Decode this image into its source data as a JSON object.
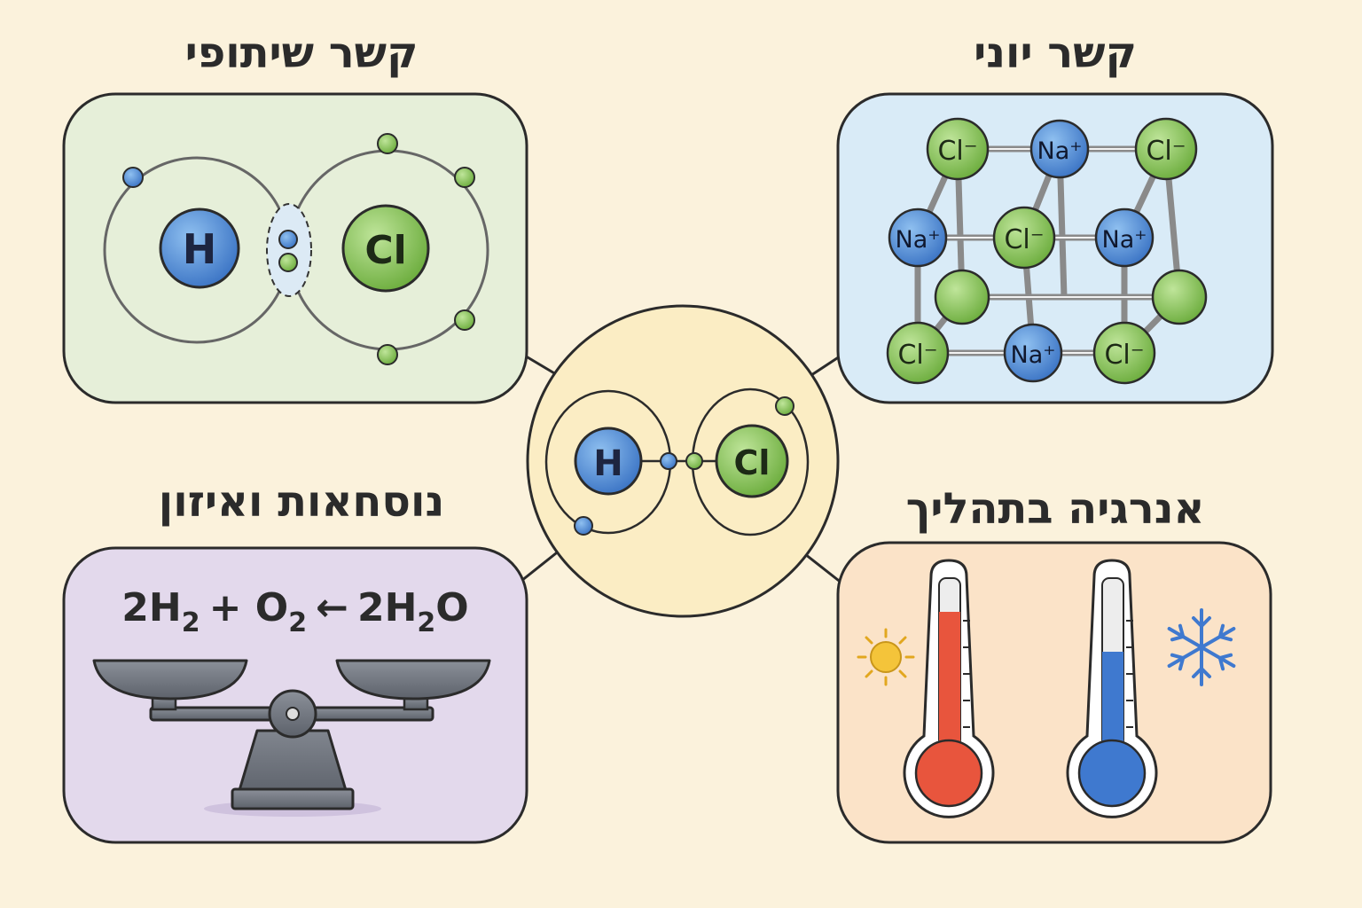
{
  "titles": {
    "covalent": "קשר שיתופי",
    "ionic": "קשר יוני",
    "formulas": "נוסחאות ואיזון",
    "energy": "אנרגיה בתהליך"
  },
  "atoms": {
    "hydrogen": "H",
    "chlorine": "Cl"
  },
  "ions": {
    "chloride": "Cl⁻",
    "sodium": "Na⁺"
  },
  "equation": {
    "left": "2H",
    "left_sub": "2",
    "plus": "+ O",
    "plus_sub": "2",
    "arrow": "←",
    "right_a": "2H",
    "right_sub": "2",
    "right_b": "O"
  },
  "icons": [
    "sun-icon",
    "snowflake-icon",
    "balance-scale-icon",
    "thermometer-hot-icon",
    "thermometer-cold-icon"
  ],
  "colors": {
    "background": "#fbf2dc",
    "covalent_panel": "#e6efd9",
    "ionic_panel": "#d9ebf7",
    "formulas_panel": "#e3d9ec",
    "energy_panel": "#fbe3c8",
    "center_circle": "#fbedc4",
    "hydrogen": "#4a86d4",
    "chlorine": "#86c451",
    "hot": "#e8553d",
    "cold": "#3f79cf"
  }
}
